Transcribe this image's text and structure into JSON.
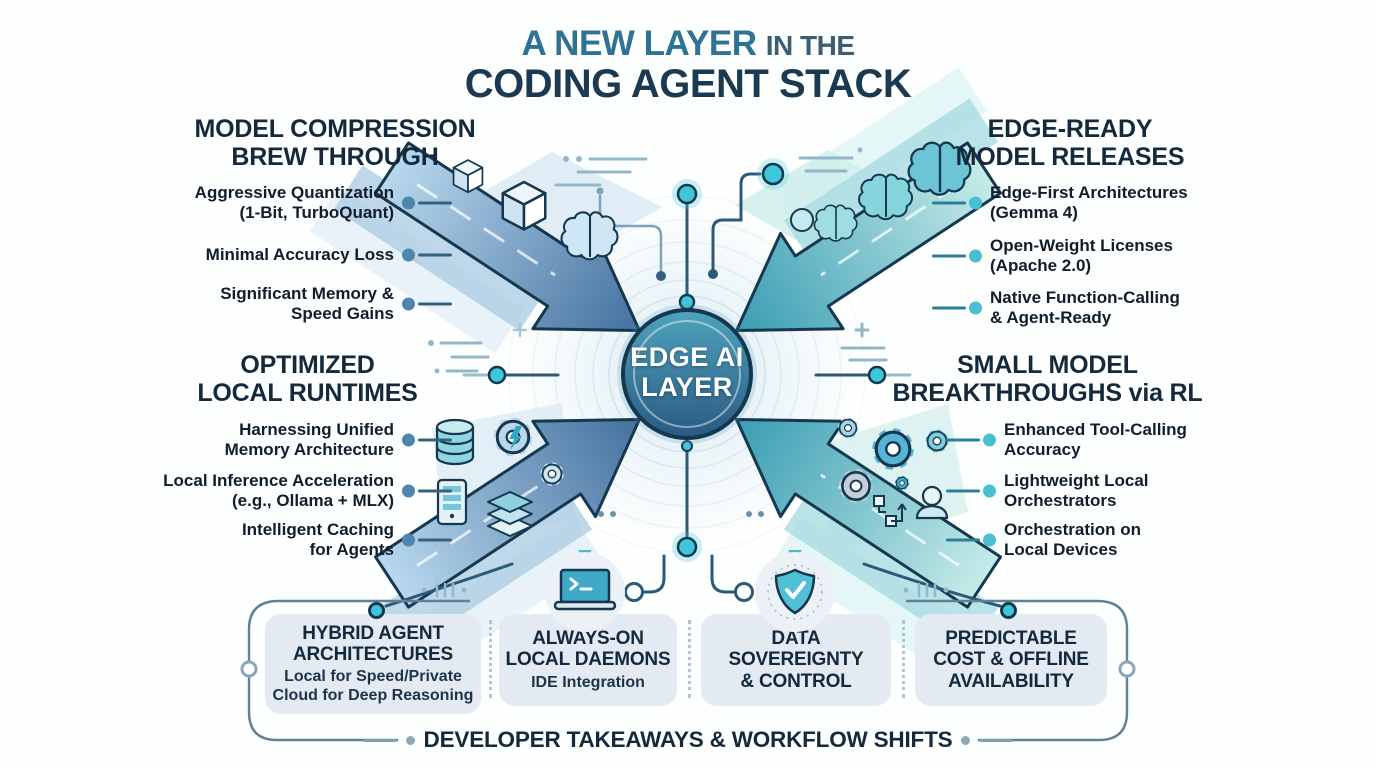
{
  "title": {
    "accent": "A NEW LAYER",
    "rest": "IN THE",
    "line2": "CODING AGENT STACK"
  },
  "center": {
    "label": "EDGE AI\nLAYER"
  },
  "quadrants": {
    "top_left": {
      "heading": "MODEL COMPRESSION\nBREW THROUGH",
      "items": [
        "Aggressive Quantization\n(1-Bit, TurboQuant)",
        "Minimal Accuracy Loss",
        "Significant Memory &\nSpeed Gains"
      ]
    },
    "top_right": {
      "heading": "EDGE-READY\nMODEL RELEASES",
      "items": [
        "Edge-First Architectures\n(Gemma 4)",
        "Open-Weight Licenses\n(Apache 2.0)",
        "Native Function-Calling\n& Agent-Ready"
      ]
    },
    "mid_left": {
      "heading": "OPTIMIZED\nLOCAL RUNTIMES",
      "items": [
        "Harnessing Unified\nMemory Architecture",
        "Local Inference Acceleration\n(e.g., Ollama + MLX)",
        "Intelligent Caching\nfor Agents"
      ]
    },
    "mid_right": {
      "heading": "SMALL MODEL\nBREAKTHROUGHS via RL",
      "items": [
        "Enhanced Tool-Calling\nAccuracy",
        "Lightweight Local\nOrchestrators",
        "Orchestration on\nLocal Devices"
      ]
    }
  },
  "takeaways": {
    "footer": "DEVELOPER TAKEAWAYS & WORKFLOW SHIFTS",
    "boxes": [
      {
        "title": "HYBRID AGENT\nARCHITECTURES",
        "subtitle": "Local for Speed/Private\nCloud for Deep Reasoning"
      },
      {
        "title": "ALWAYS-ON\nLOCAL DAEMONS",
        "subtitle": "IDE Integration"
      },
      {
        "title": "DATA\nSOVEREIGNTY\n& CONTROL",
        "subtitle": ""
      },
      {
        "title": "PREDICTABLE\nCOST & OFFLINE\nAVAILABILITY",
        "subtitle": ""
      }
    ]
  },
  "colors": {
    "accent_teal": "#2e7394",
    "navy": "#1b3950",
    "cyan_node": "#3ec6da",
    "arrow_blue": "#4a7ba8",
    "arrow_teal": "#3fa3b8",
    "box_bg": "#e3eaf1"
  }
}
